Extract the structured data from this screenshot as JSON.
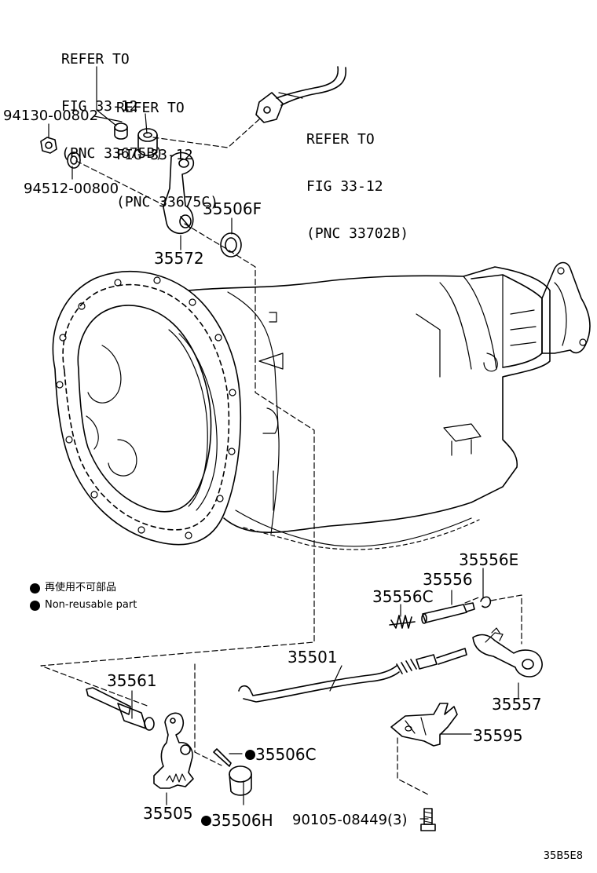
{
  "refs": {
    "ref_33675b": [
      "REFER TO",
      "FIG 33-12",
      "(PNC 33675B)"
    ],
    "ref_33675c": [
      "REFER TO",
      "FIG 33-12",
      "(PNC 33675C)"
    ],
    "ref_33702b": [
      "REFER TO",
      "FIG 33-12",
      "(PNC 33702B)"
    ]
  },
  "parts": {
    "p94130": "94130-00802",
    "p94512": "94512-00800",
    "p35506f": "35506F",
    "p35572": "35572",
    "p35556e": "35556E",
    "p35556": "35556",
    "p35556c": "35556C",
    "p35501": "35501",
    "p35557": "35557",
    "p35561": "35561",
    "p35506c": "35506C",
    "p35505": "35505",
    "p35506h": "35506H",
    "p35595": "35595",
    "p90105": "90105-08449(3)"
  },
  "legend": {
    "jp": "再使用不可部品",
    "en": "Non-reusable part"
  },
  "diagram_code": "35B5E8",
  "colors": {
    "ink": "#000000",
    "paper": "#ffffff"
  }
}
